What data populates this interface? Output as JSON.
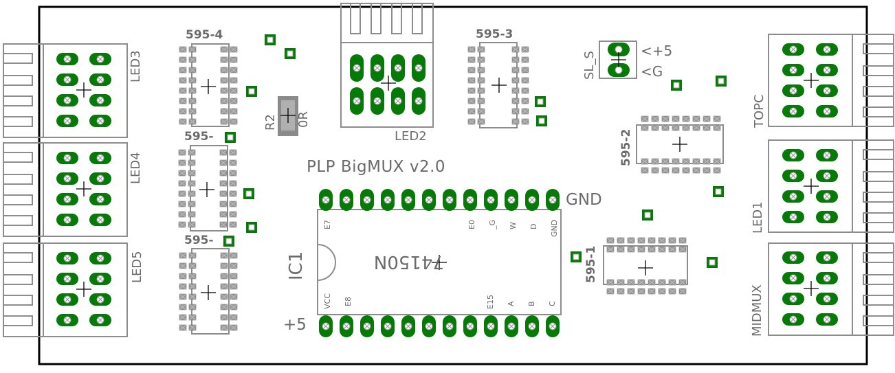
{
  "title": "PLP BigMUX v2.0",
  "colors": {
    "pad": "#067a06",
    "outline": "#8c8c8c",
    "smd": "#9a9a9a",
    "border": "#000000",
    "silk": "#6b6b6b"
  },
  "connectors": {
    "led3": "LED3",
    "led4": "LED4",
    "led5": "LED5",
    "led2": "LED2",
    "topc": "TOPC",
    "led1": "LED1",
    "midmux": "MIDMUX"
  },
  "shift_registers": {
    "s4": "595-4",
    "s3": "595-3",
    "s2": "595-2",
    "s1": "595-1",
    "s5": "595-",
    "s6": "595-"
  },
  "resistor": {
    "ref": "R2",
    "value": "0R"
  },
  "jumper": {
    "name": "SL_S",
    "plus": "<+5",
    "ground": "<G"
  },
  "mux": {
    "ref": "IC1",
    "part": "74150N",
    "pins_top": [
      "E7",
      "E0",
      "_G",
      "W",
      "D",
      "GND"
    ],
    "pins_bottom": [
      "VCC",
      "E8",
      "E15",
      "A",
      "B",
      "C"
    ]
  },
  "power": {
    "gnd": "GND",
    "vcc": "+5"
  }
}
